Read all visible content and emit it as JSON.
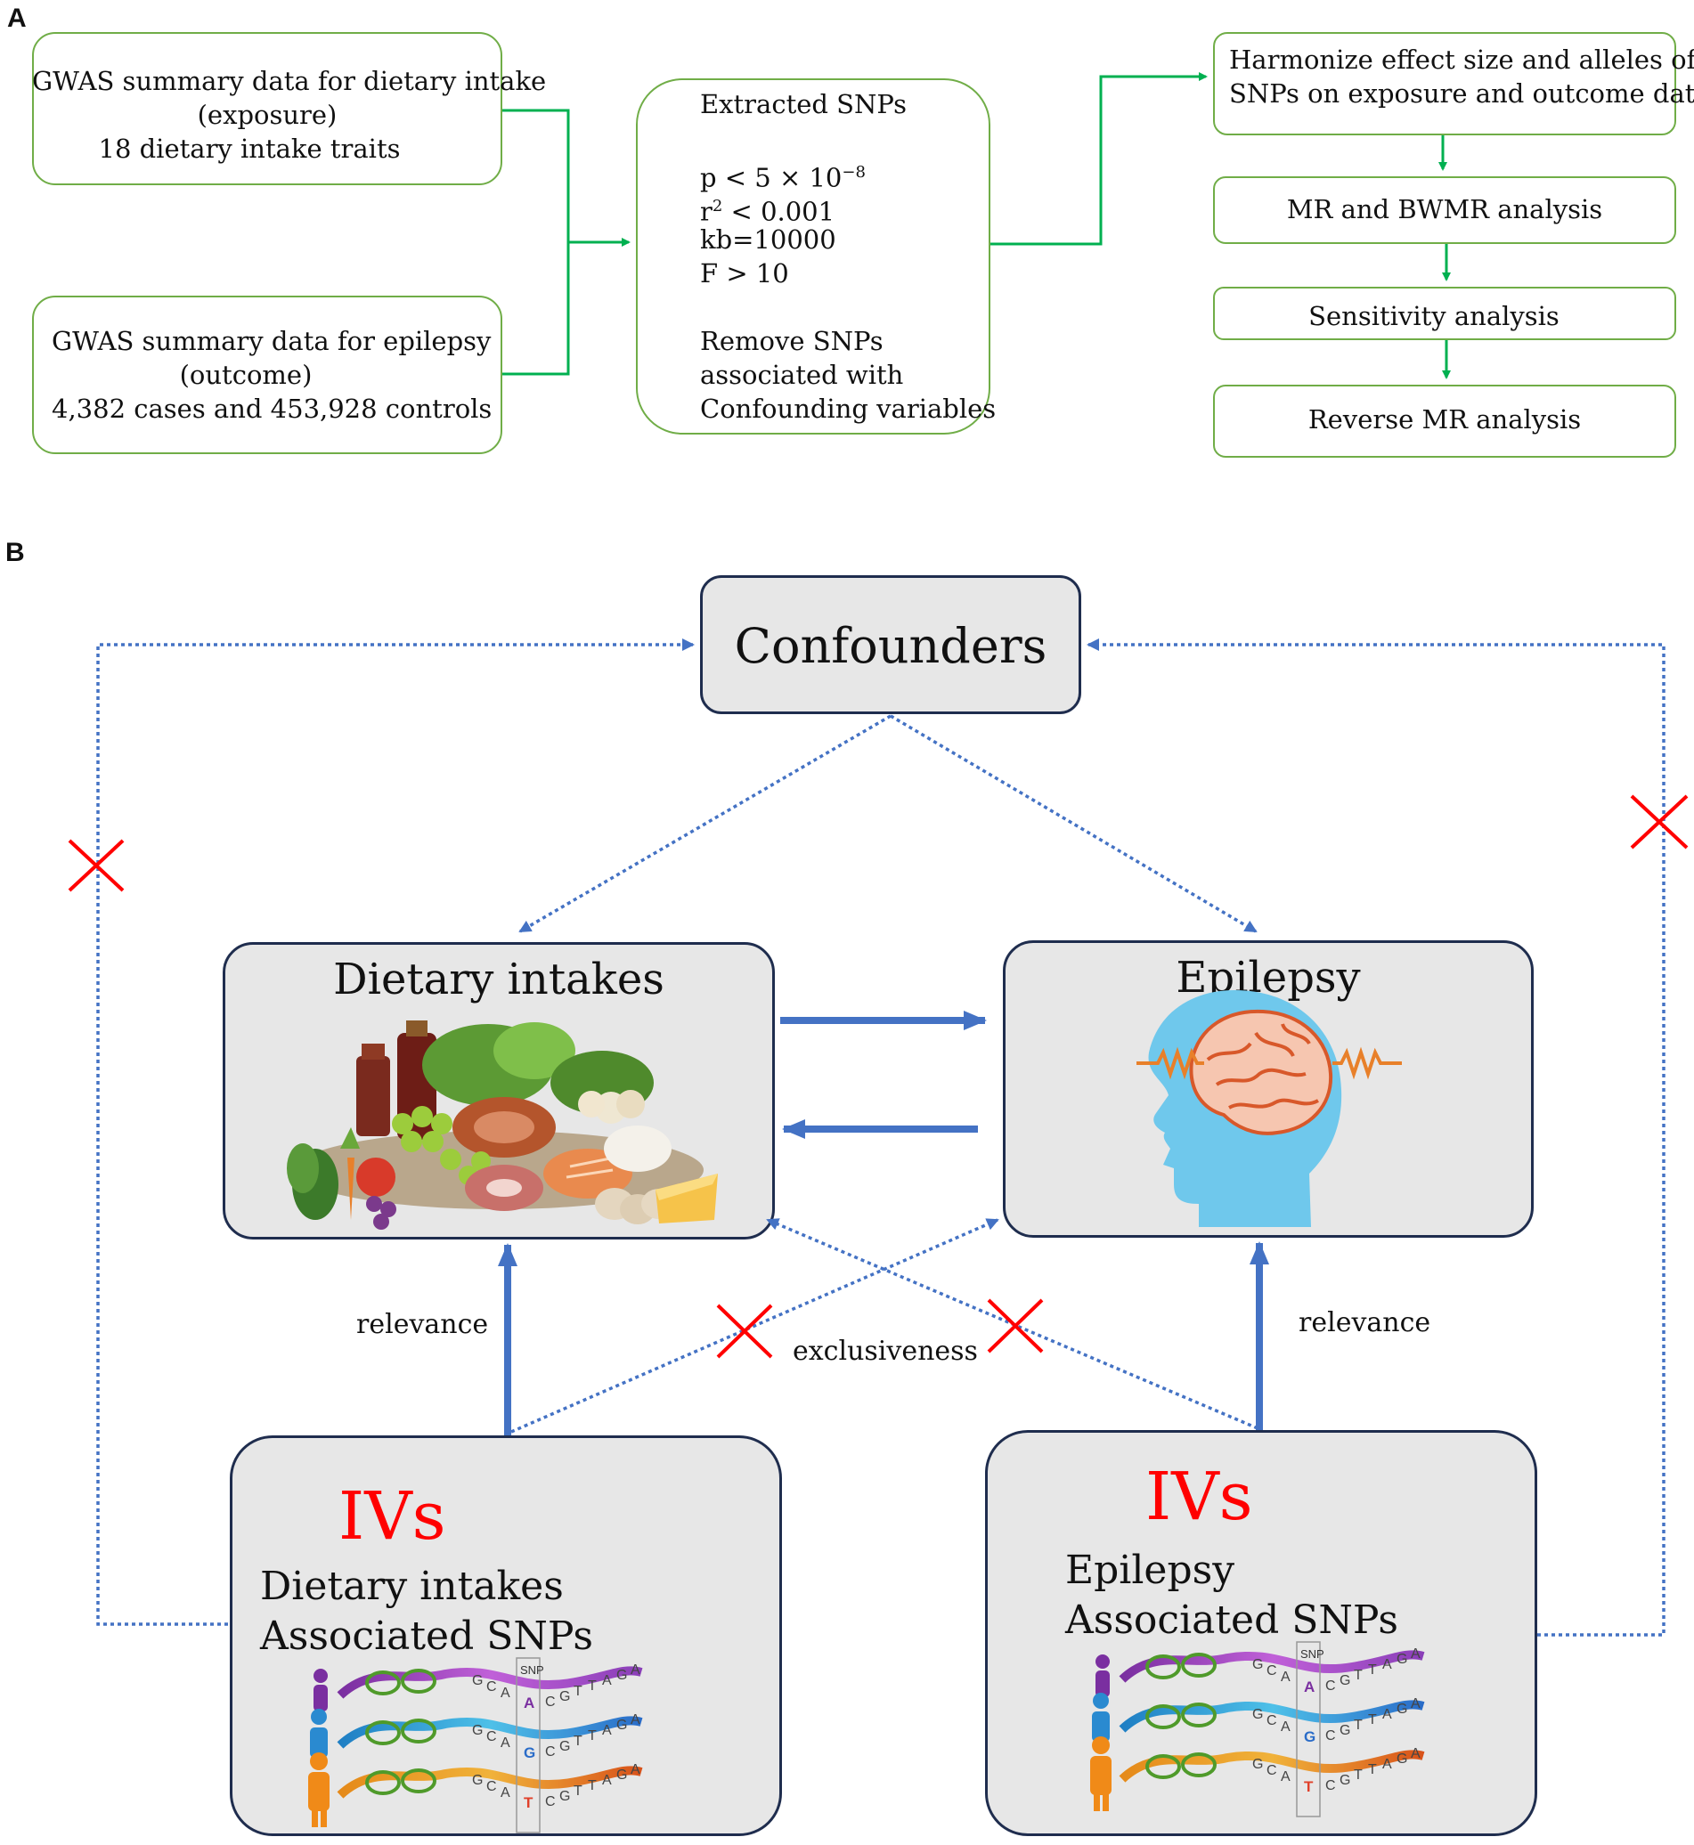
{
  "panel_a": {
    "label": "A",
    "exposure_box": {
      "line1": "GWAS summary data for dietary intake",
      "line2": "(exposure)",
      "line3": "18 dietary intake traits"
    },
    "outcome_box": {
      "line1": "GWAS summary data for  epilepsy",
      "line2": "(outcome)",
      "line3": "4,382 cases and 453,928 controls"
    },
    "snp_box": {
      "title": "Extracted SNPs",
      "p_base": "p < 5 × 10",
      "p_exp": "−8",
      "r_base": "r",
      "r_exp": "2",
      "r_rest": " < 0.001",
      "kb": "kb=10000",
      "f": "F  > 10",
      "remove1": "Remove SNPs",
      "remove2": "associated with",
      "remove3": "Confounding variables"
    },
    "steps": {
      "harmonize1": "Harmonize effect size and alleles of",
      "harmonize2": "SNPs on exposure and outcome data",
      "mr": "MR and BWMR analysis",
      "sensitivity": "Sensitivity  analysis",
      "reverse": "Reverse MR  analysis"
    }
  },
  "panel_b": {
    "label": "B",
    "confounders": "Confounders",
    "dietary": "Dietary intakes",
    "epilepsy": "Epilepsy",
    "relevance_left": "relevance",
    "relevance_right": "relevance",
    "exclusiveness": "exclusiveness",
    "ivs_left": {
      "title": "IVs",
      "line1": "Dietary intakes",
      "line2": "Associated  SNPs"
    },
    "ivs_right": {
      "title": "IVs",
      "line1": "Epilepsy",
      "line2": "Associated  SNPs"
    },
    "dna": {
      "snp_label": "SNP",
      "left_seq": [
        "G",
        "C",
        "A"
      ],
      "right_seq": [
        "C",
        "G",
        "T",
        "T",
        "A",
        "G",
        "A"
      ],
      "alleles": [
        "A",
        "G",
        "T"
      ]
    }
  },
  "colors": {
    "green": "#70ad47",
    "arrow_green": "#00b050",
    "blue": "#4472c4",
    "navy": "#1f2d4e",
    "box_gray": "#e7e7e7",
    "red": "#ff0000"
  }
}
